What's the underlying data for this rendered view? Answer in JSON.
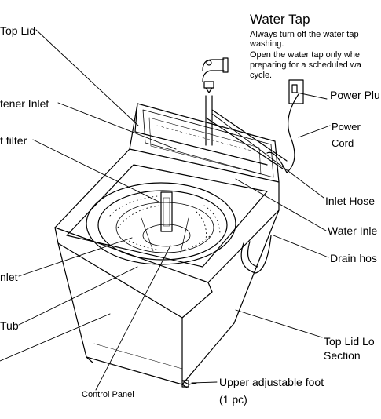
{
  "labels": {
    "top_lid": "Top Lid",
    "softener_inlet": "tener Inlet",
    "lint_filter": "t filter",
    "detergent_inlet": "nlet",
    "tub": "Tub",
    "water_tap": "Water Tap",
    "water_tap_note_1": "Always turn off the water tap",
    "water_tap_note_2": "washing.",
    "water_tap_note_3": "Open the water tap only whe",
    "water_tap_note_4": "preparing for a scheduled wa",
    "water_tap_note_5": "cycle.",
    "power_plug": "Power Plu",
    "power_cord_1": "Power",
    "power_cord_2": "Cord",
    "inlet_hose": "Inlet Hose",
    "water_inlet": "Water Inle",
    "drain_hose": "Drain hos",
    "top_lid_lock_1": "Top Lid Lo",
    "top_lid_lock_2": "Section",
    "upper_foot_1": "Upper adjustable foot",
    "upper_foot_2": "(1 pc)",
    "control_panel": "Control Panel"
  }
}
